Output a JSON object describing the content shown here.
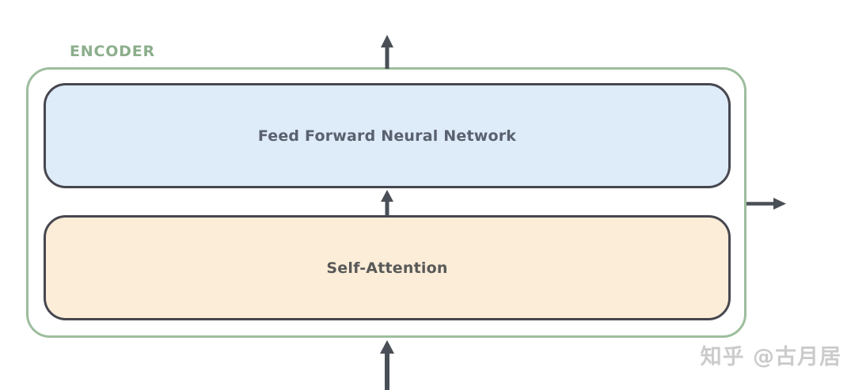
{
  "diagram": {
    "title": "ENCODER",
    "blocks": [
      {
        "id": "feed-forward",
        "label": "Feed Forward Neural Network",
        "fill": "#deebf8",
        "border": "#474750"
      },
      {
        "id": "self-attention",
        "label": "Self-Attention",
        "fill": "#fcedd8",
        "border": "#474750"
      }
    ],
    "arrows": [
      {
        "id": "input-arrow",
        "direction": "up",
        "position": "bottom-center"
      },
      {
        "id": "between-blocks-arrow",
        "direction": "up",
        "position": "center"
      },
      {
        "id": "output-top-arrow",
        "direction": "up",
        "position": "top-center"
      },
      {
        "id": "output-right-arrow",
        "direction": "right",
        "position": "right-middle"
      }
    ],
    "colors": {
      "container_border": "#9dbd9d",
      "title_text": "#8cae8c",
      "block_border": "#474750",
      "arrow": "#4a4f57",
      "ffn_fill": "#deebf8",
      "attention_fill": "#fcedd8",
      "watermark_text": "#cbcbcb"
    },
    "watermark": "知乎 @古月居"
  }
}
